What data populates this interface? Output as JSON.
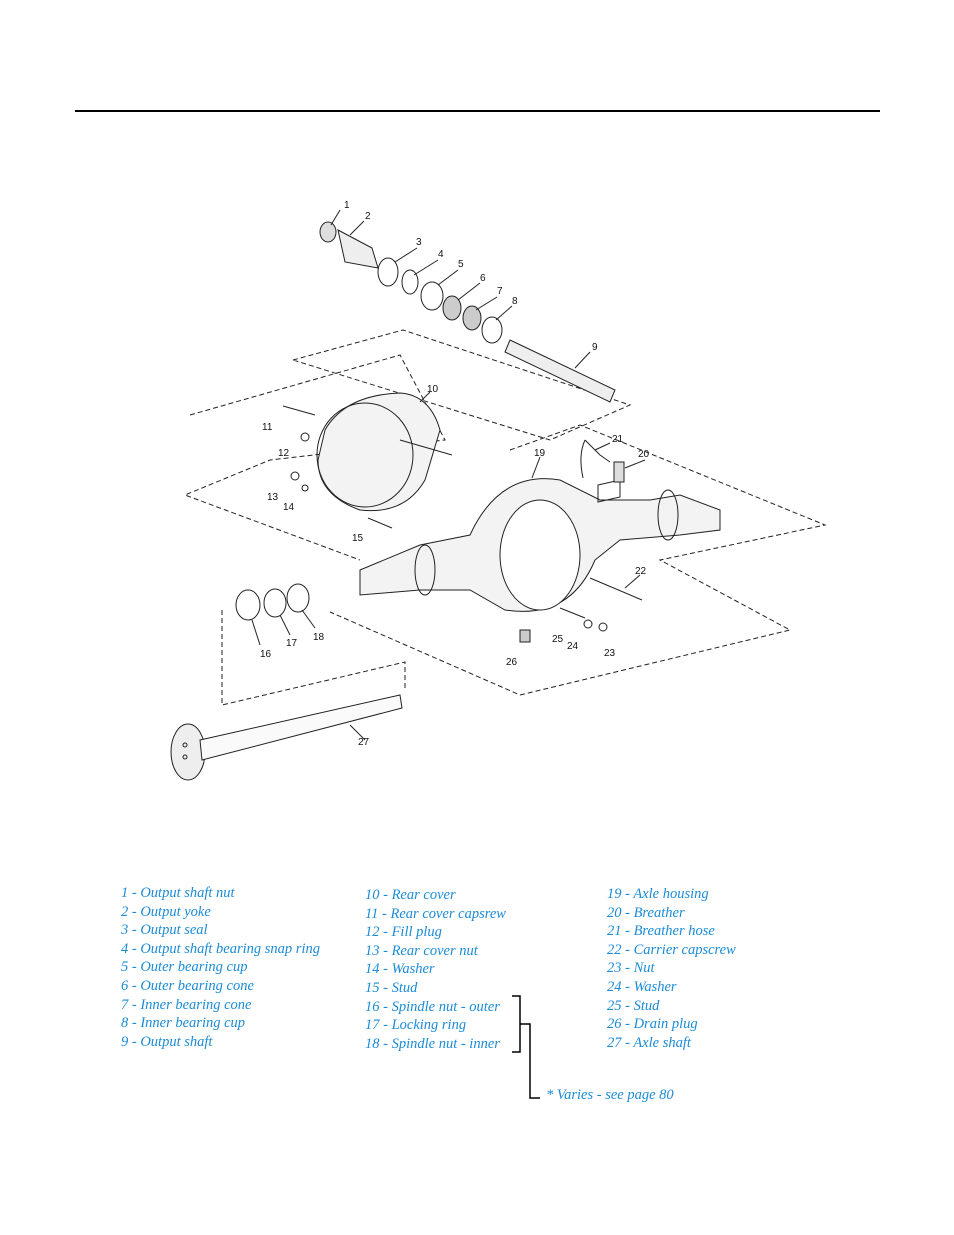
{
  "legend": {
    "col1": [
      "1 - Output shaft nut",
      "2 - Output yoke",
      "3 - Output seal",
      "4 - Output shaft bearing snap ring",
      "5 - Outer bearing cup",
      "6 - Outer bearing cone",
      "7 - Inner bearing cone",
      "8 - Inner bearing cup",
      "9 - Output shaft"
    ],
    "col2": [
      "10 - Rear cover",
      "11 - Rear cover capsrew",
      "12 - Fill plug",
      "13 - Rear cover nut",
      "14 - Washer",
      "15 - Stud",
      "16 - Spindle nut - outer",
      "17 - Locking ring",
      "18 - Spindle nut - inner"
    ],
    "col3": [
      "19 - Axle housing",
      "20 - Breather",
      "21 - Breather hose",
      "22 - Carrier capscrew",
      "23 - Nut",
      "24 - Washer",
      "25 - Stud",
      "26 - Drain plug",
      "27 - Axle shaft"
    ],
    "note": "* Varies - see page 80"
  },
  "callouts": [
    "1",
    "2",
    "3",
    "4",
    "5",
    "6",
    "7",
    "8",
    "9",
    "10",
    "11",
    "12",
    "13",
    "14",
    "15",
    "16",
    "17",
    "18",
    "19",
    "20",
    "21",
    "22",
    "23",
    "24",
    "25",
    "26",
    "27"
  ]
}
